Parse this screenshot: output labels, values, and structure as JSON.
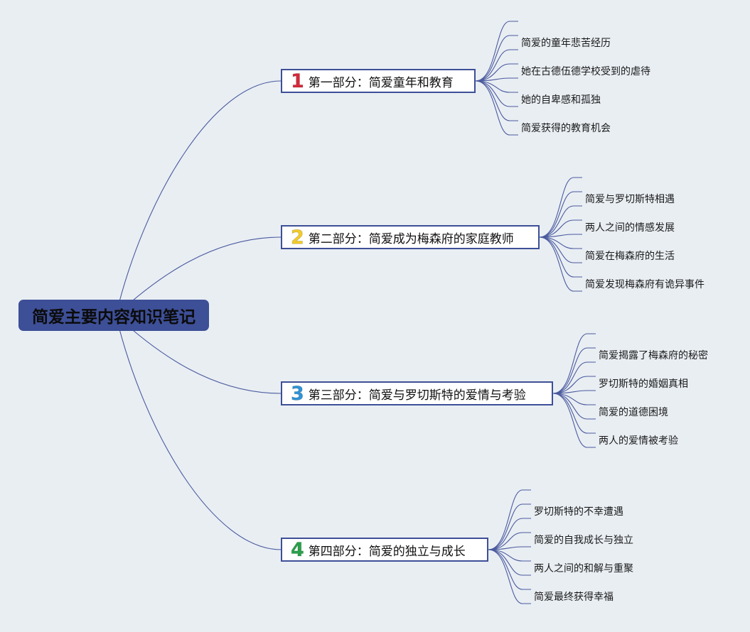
{
  "root": {
    "title": "简爱主要内容知识笔记"
  },
  "colors": {
    "root_fill": "#3d4f97",
    "line": "#4a5a9e",
    "badge_1": "#d6283a",
    "badge_2": "#f2cc2a",
    "badge_3": "#2f93d6",
    "badge_4": "#2aa04a"
  },
  "branches": [
    {
      "num": "1",
      "label": "第一部分：简爱童年和教育",
      "children": [
        "简爱的童年悲苦经历",
        "她在古德伍德学校受到的虐待",
        "她的自卑感和孤独",
        "简爱获得的教育机会"
      ]
    },
    {
      "num": "2",
      "label": "第二部分：简爱成为梅森府的家庭教师",
      "children": [
        "简爱与罗切斯特相遇",
        "两人之间的情感发展",
        "简爱在梅森府的生活",
        "简爱发现梅森府有诡异事件"
      ]
    },
    {
      "num": "3",
      "label": "第三部分：简爱与罗切斯特的爱情与考验",
      "children": [
        "简爱揭露了梅森府的秘密",
        "罗切斯特的婚姻真相",
        "简爱的道德困境",
        "两人的爱情被考验"
      ]
    },
    {
      "num": "4",
      "label": "第四部分：简爱的独立与成长",
      "children": [
        "罗切斯特的不幸遭遇",
        "简爱的自我成长与独立",
        "两人之间的和解与重聚",
        "简爱最终获得幸福"
      ]
    }
  ]
}
